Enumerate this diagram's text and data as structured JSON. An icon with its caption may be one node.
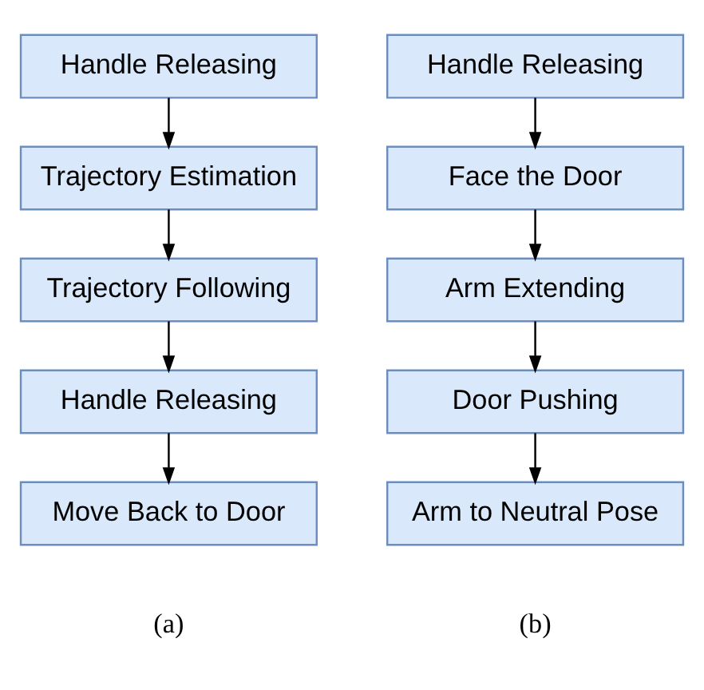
{
  "diagram": {
    "nodes": [
      {
        "text": [
          "Handle Releasing"
        ]
      },
      {
        "text": [
          "Trajectory Estimation"
        ]
      },
      {
        "text": [
          "Trajectory Following"
        ]
      },
      {
        "text": [
          "Handle Releasing"
        ]
      },
      {
        "text": [
          "Move Back to Door"
        ]
      },
      {
        "text": [
          "Handle Releasing"
        ]
      },
      {
        "text": [
          "Face the Door"
        ]
      },
      {
        "text": [
          "Arm Extending"
        ]
      },
      {
        "text": [
          "Door Pushing"
        ]
      },
      {
        "text": [
          "Arm to Neutral Pose"
        ]
      }
    ],
    "edges": [
      {
        "from": 0,
        "to": 1,
        "arrow": "to"
      },
      {
        "from": 1,
        "to": 2,
        "arrow": "to"
      },
      {
        "from": 2,
        "to": 3,
        "arrow": "to"
      },
      {
        "from": 3,
        "to": 4,
        "arrow": "to"
      },
      {
        "from": 5,
        "to": 6,
        "arrow": "to"
      },
      {
        "from": 6,
        "to": 7,
        "arrow": "to"
      },
      {
        "from": 7,
        "to": 8,
        "arrow": "to"
      },
      {
        "from": 8,
        "to": 9,
        "arrow": "to"
      }
    ],
    "labels": [
      "(a)",
      "(b)"
    ]
  }
}
